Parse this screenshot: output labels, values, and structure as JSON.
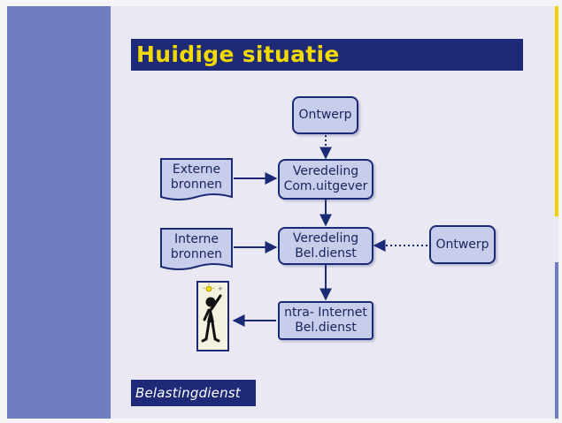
{
  "slide": {
    "title": "Huidige situatie",
    "brand": "Belastingdienst",
    "colors": {
      "sidebar": "#6f7ec1",
      "title_bar": "#1e2a78",
      "title_text": "#f2d900",
      "node_fill": "#c7cdea",
      "node_border": "#1b2a76",
      "accent_yellow": "#f0d000"
    }
  },
  "diagram": {
    "nodes": {
      "ontwerp_top": [
        "Ontwerp"
      ],
      "veredeling_com": [
        "Veredeling",
        "Com.uitgever"
      ],
      "externe_bronnen": [
        "Externe",
        "bronnen"
      ],
      "interne_bronnen": [
        "Interne",
        "bronnen"
      ],
      "veredeling_bel": [
        "Veredeling",
        "Bel.dienst"
      ],
      "ontwerp_right": [
        "Ontwerp"
      ],
      "intra_internet": [
        "ntra- Internet",
        "Bel.dienst"
      ]
    },
    "user_icon": "person-lightbulb-icon",
    "edges": [
      {
        "from": "ontwerp_top",
        "to": "veredeling_com",
        "style": "dotted"
      },
      {
        "from": "externe_bronnen",
        "to": "veredeling_com",
        "style": "solid"
      },
      {
        "from": "veredeling_com",
        "to": "veredeling_bel",
        "style": "solid"
      },
      {
        "from": "interne_bronnen",
        "to": "veredeling_bel",
        "style": "solid"
      },
      {
        "from": "ontwerp_right",
        "to": "veredeling_bel",
        "style": "dotted"
      },
      {
        "from": "veredeling_bel",
        "to": "intra_internet",
        "style": "solid"
      },
      {
        "from": "intra_internet",
        "to": "user",
        "style": "solid"
      }
    ]
  }
}
